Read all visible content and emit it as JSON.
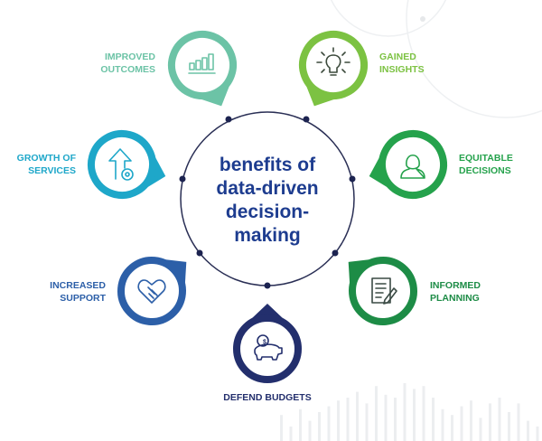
{
  "title": {
    "line1": "benefits of",
    "line2": "data-driven",
    "line3": "decision-",
    "line4": "making"
  },
  "benefits": [
    {
      "id": "improved-outcomes",
      "line1": "IMPROVED",
      "line2": "OUTCOMES",
      "icon": "bar-chart-icon",
      "color": "#6cc3a6"
    },
    {
      "id": "gained-insights",
      "line1": "GAINED",
      "line2": "INSIGHTS",
      "icon": "lightbulb-icon",
      "color": "#7cc242"
    },
    {
      "id": "growth-of-services",
      "line1": "GROWTH OF",
      "line2": "SERVICES",
      "icon": "arrow-up-gear-icon",
      "color": "#1ea7c9"
    },
    {
      "id": "equitable-decisions",
      "line1": "EQUITABLE",
      "line2": "DECISIONS",
      "icon": "person-icon",
      "color": "#25a24c"
    },
    {
      "id": "increased-support",
      "line1": "INCREASED",
      "line2": "SUPPORT",
      "icon": "heart-handshake-icon",
      "color": "#2c5fa8"
    },
    {
      "id": "informed-planning",
      "line1": "INFORMED",
      "line2": "PLANNING",
      "icon": "checklist-pencil-icon",
      "color": "#1d8c46"
    },
    {
      "id": "defend-budgets",
      "line1": "DEFEND BUDGETS",
      "icon": "piggy-bank-icon",
      "color": "#232f6d"
    }
  ],
  "colors": {
    "ring": "#2a2f55",
    "center_text": "#1d3c8f"
  }
}
